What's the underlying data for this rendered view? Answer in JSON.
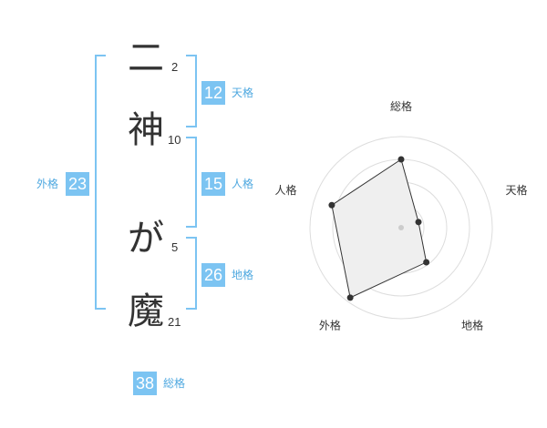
{
  "name": {
    "chars": [
      {
        "char": "二",
        "strokes": "2"
      },
      {
        "char": "神",
        "strokes": "10"
      },
      {
        "char": "が",
        "strokes": "5"
      },
      {
        "char": "魔",
        "strokes": "21"
      }
    ]
  },
  "fortune": {
    "tenkaku": {
      "value": "12",
      "label": "天格"
    },
    "jinkaku": {
      "value": "15",
      "label": "人格"
    },
    "chikaku": {
      "value": "26",
      "label": "地格"
    },
    "gaikaku": {
      "value": "23",
      "label": "外格"
    },
    "soukaku": {
      "value": "38",
      "label": "総格"
    }
  },
  "colors": {
    "accent": "#7cc4f2",
    "text": "#333333",
    "radar_fill": "#efefef"
  },
  "chart_data": {
    "type": "radar",
    "axes": [
      "総格",
      "天格",
      "地格",
      "外格",
      "人格"
    ],
    "values": [
      0.75,
      0.2,
      0.47,
      0.95,
      0.8
    ],
    "range": [
      0,
      1
    ],
    "rings": 4
  }
}
